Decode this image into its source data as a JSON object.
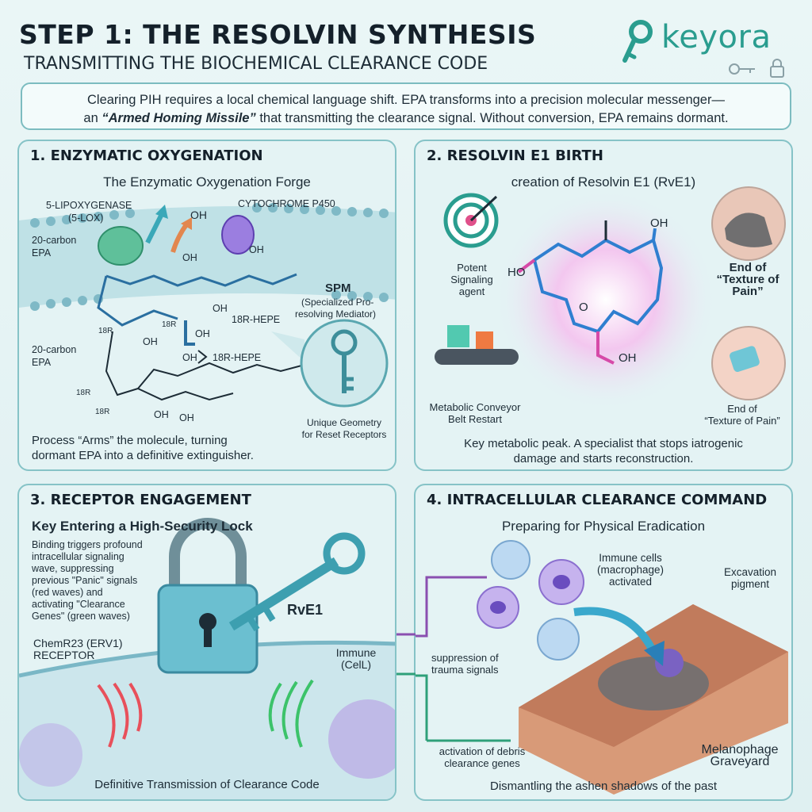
{
  "header": {
    "title": "STEP 1: THE RESOLVIN SYNTHESIS",
    "subtitle": "TRANSMITTING THE BIOCHEMICAL CLEARANCE CODE",
    "brand": "keyora"
  },
  "intro": {
    "line1": "Clearing PIH requires a local chemical language shift. EPA transforms into a precision molecular messenger—",
    "line2_pre": "an ",
    "line2_bold": "“Armed Homing Missile”",
    "line2_post": " that transmitting the clearance signal. Without conversion, EPA remains dormant."
  },
  "panel1": {
    "heading": "1. ENZYMATIC OXYGENATION",
    "subheading": "The Enzymatic Oxygenation Forge",
    "lox_line1": "5-LIPOXYGENASE",
    "lox_line2": "(5-LOX)",
    "cyp": "CYTOCHROME P450",
    "epa_top_1": "20-carbon",
    "epa_top_2": "EPA",
    "epa_bot_1": "20-carbon",
    "epa_bot_2": "EPA",
    "oh": "OH",
    "r18": "18R",
    "hepe": "18R-HEPE",
    "hepe2": "18R-HEPE",
    "spm_title": "SPM",
    "spm_l1": "(Specialized Pro-",
    "spm_l2": "resolving Mediator)",
    "key_l1": "Unique Geometry",
    "key_l2": "for Reset Receptors",
    "foot_l1": "Process “Arms” the molecule, turning",
    "foot_l2": "dormant EPA into a definitive extinguisher."
  },
  "panel2": {
    "heading": "2. RESOLVIN E1 BIRTH",
    "subheading": "creation of Resolvin E1 (RvE1)",
    "target_l1": "Potent",
    "target_l2": "Signaling",
    "target_l3": "agent",
    "conveyor_l1": "Metabolic Conveyor",
    "conveyor_l2": "Belt Restart",
    "pain1_l1": "End of",
    "pain1_l2": "“Texture of",
    "pain1_l3": "Pain”",
    "pain2_l1": "End of",
    "pain2_l2": "“Texture of Pain”",
    "ho": "HO",
    "oh_top": "OH",
    "oh_bot": "OH",
    "o": "O",
    "foot_l1": "Key metabolic peak. A specialist that stops iatrogenic",
    "foot_l2": "damage and starts reconstruction."
  },
  "panel3": {
    "heading": "3. RECEPTOR ENGAGEMENT",
    "subheading": "Key Entering a High-Security Lock",
    "desc_l1": "Binding triggers profound",
    "desc_l2": "intracellular signaling",
    "desc_l3": "wave, suppressing",
    "desc_l4": "previous \"Panic\" signals",
    "desc_l5": "(red waves) and",
    "desc_l6": "activating \"Clearance",
    "desc_l7": "Genes\" (green waves)",
    "rve1": "RvE1",
    "receptor_l1": "ChemR23 (ERV1)",
    "receptor_l2": "RECEPTOR",
    "immune_l1": "Immune",
    "immune_l2": "(CelL)",
    "foot": "Definitive Transmission of Clearance Code"
  },
  "panel4": {
    "heading": "4. INTRACELLULAR CLEARANCE COMMAND",
    "subheading": "Preparing for Physical Eradication",
    "immune_l1": "Immune cells",
    "immune_l2": "(macrophage)",
    "immune_l3": "activated",
    "pigment_l1": "Excavation",
    "pigment_l2": "pigment",
    "suppress_l1": "suppression of",
    "suppress_l2": "trauma signals",
    "activate_l1": "activation of debris",
    "activate_l2": "clearance genes",
    "grave_l1": "Melanophage",
    "grave_l2": "Graveyard",
    "foot": "Dismantling the ashen shadows of the past"
  },
  "colors": {
    "teal": "#2a9d8f",
    "panel_border": "#86c3c7",
    "red_wave": "#e8505b",
    "green_wave": "#3cc36a",
    "purple": "#7b57c9"
  }
}
